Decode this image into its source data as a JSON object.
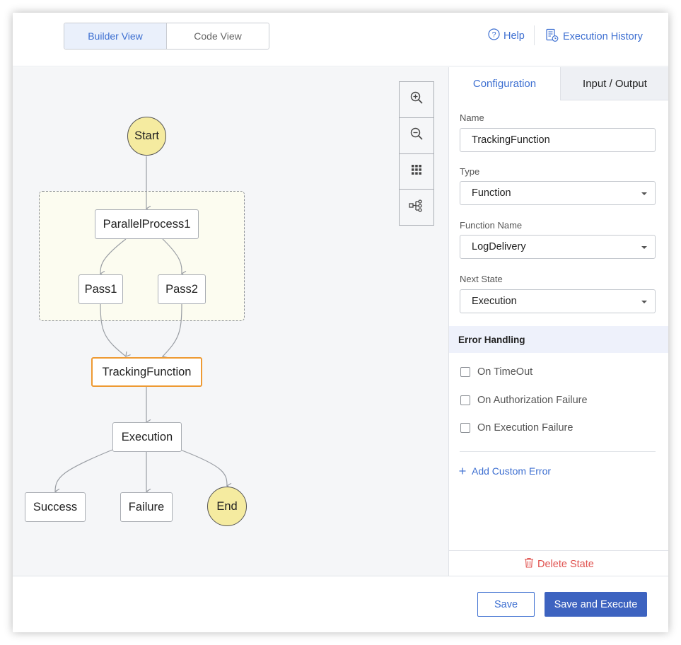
{
  "header": {
    "views": [
      {
        "label": "Builder View",
        "active": true
      },
      {
        "label": "Code View",
        "active": false
      }
    ],
    "help_label": "Help",
    "history_label": "Execution History"
  },
  "canvas": {
    "zoom_tools": [
      "zoom-in-icon",
      "zoom-out-icon",
      "grid-icon",
      "tree-icon"
    ],
    "nodes": {
      "start": "Start",
      "parallel": "ParallelProcess1",
      "pass1": "Pass1",
      "pass2": "Pass2",
      "tracking": "TrackingFunction",
      "execution": "Execution",
      "success": "Success",
      "failure": "Failure",
      "end": "End"
    },
    "selected_node": "TrackingFunction"
  },
  "panel": {
    "tabs": [
      {
        "label": "Configuration",
        "active": true
      },
      {
        "label": "Input / Output",
        "active": false
      }
    ],
    "fields": {
      "name_label": "Name",
      "name_value": "TrackingFunction",
      "type_label": "Type",
      "type_value": "Function",
      "function_name_label": "Function Name",
      "function_name_value": "LogDelivery",
      "next_state_label": "Next State",
      "next_state_value": "Execution"
    },
    "error_handling": {
      "title": "Error Handling",
      "options": [
        {
          "label": "On TimeOut",
          "checked": false
        },
        {
          "label": "On Authorization Failure",
          "checked": false
        },
        {
          "label": "On Execution Failure",
          "checked": false
        }
      ],
      "add_label": "Add Custom Error"
    },
    "delete_label": "Delete State"
  },
  "footer": {
    "save_label": "Save",
    "save_execute_label": "Save and Execute"
  },
  "colors": {
    "accent": "#3d6fd1",
    "primary_button": "#3d63c0",
    "selected_border": "#ee9a33",
    "circle_fill": "#f5eba0",
    "delete": "#e0504d"
  }
}
